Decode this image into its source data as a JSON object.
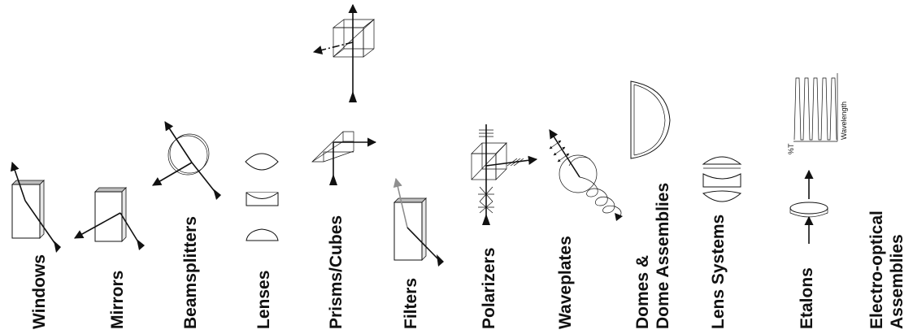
{
  "categories": [
    {
      "id": "windows",
      "lines": [
        "Windows"
      ]
    },
    {
      "id": "mirrors",
      "lines": [
        "Mirrors"
      ]
    },
    {
      "id": "beamsplitters",
      "lines": [
        "Beamsplitters"
      ]
    },
    {
      "id": "lenses",
      "lines": [
        "Lenses"
      ]
    },
    {
      "id": "prisms",
      "lines": [
        "Prisms/Cubes"
      ]
    },
    {
      "id": "filters",
      "lines": [
        "Filters"
      ]
    },
    {
      "id": "polarizers",
      "lines": [
        "Polarizers"
      ]
    },
    {
      "id": "waveplates",
      "lines": [
        "Waveplates"
      ]
    },
    {
      "id": "domes",
      "lines": [
        "Domes &",
        "Dome Assemblies"
      ]
    },
    {
      "id": "lens-systems",
      "lines": [
        "Lens Systems"
      ]
    },
    {
      "id": "etalons",
      "lines": [
        "Etalons"
      ]
    },
    {
      "id": "electro-optical",
      "lines": [
        "Electro-optical",
        "Assemblies"
      ]
    }
  ],
  "etalon_plot": {
    "ylabel": "%T",
    "xlabel": "Wavelength",
    "peaks": 5
  },
  "colors": {
    "ink": "#111111",
    "glass_edge": "#bdbdbd",
    "filter_ray": "#8f8f8f"
  }
}
